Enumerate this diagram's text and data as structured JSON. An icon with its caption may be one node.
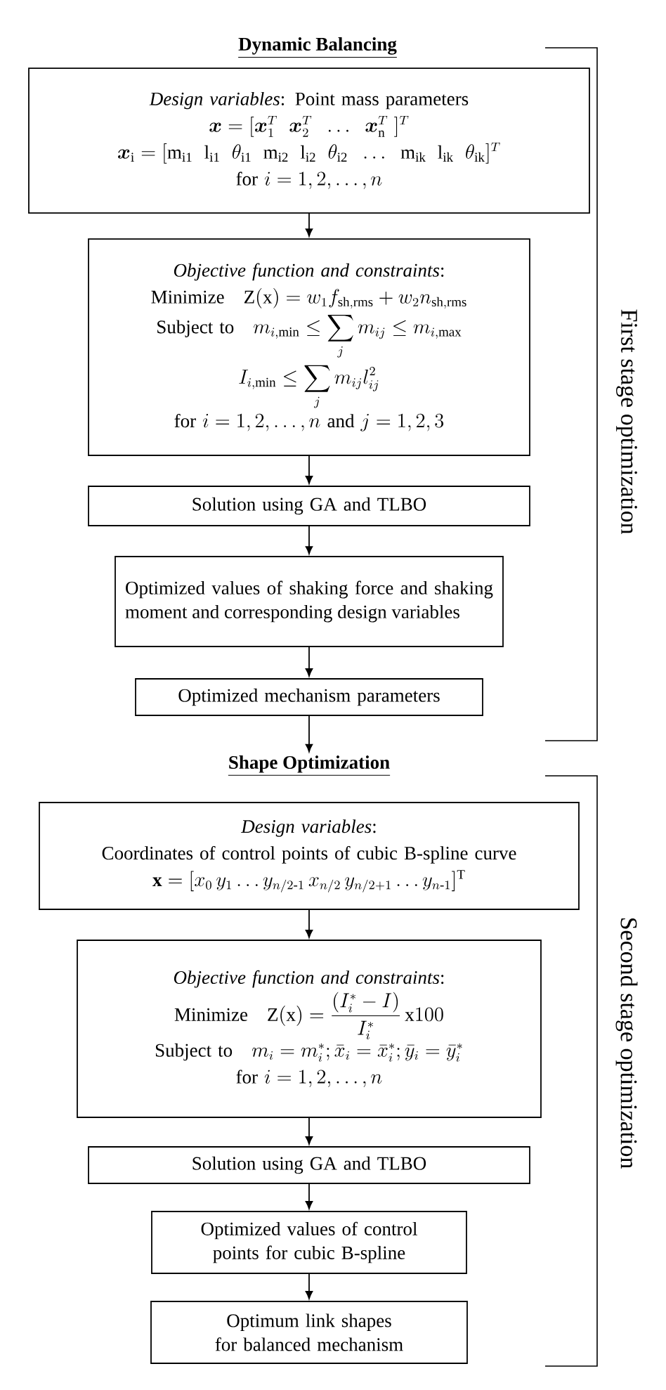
{
  "diagram": {
    "nodes": [
      {
        "text": [
          "*Design variables*: Point mass parameters",
          "\\boldsymbol{x} = [\\boldsymbol{x}_1^T\\;\\; \\boldsymbol{x}_2^T\\;\\; \\ldots\\;\\; \\boldsymbol{x}_{\\mathrm{n}}^T\\;]^T",
          "\\boldsymbol{x}_{\\mathrm{i}} = [\\mathrm{m}_{\\mathrm{i1}}\\;\\; \\mathrm{l}_{\\mathrm{i1}}\\;\\; \\theta_{\\mathrm{i1}}\\;\\; \\mathrm{m}_{\\mathrm{i2}}\\;\\; \\mathrm{l}_{\\mathrm{i2}}\\;\\; \\theta_{\\mathrm{i2}}\\;\\; \\ldots\\;\\; \\mathrm{m}_{\\mathrm{ik}}\\;\\; \\mathrm{l}_{\\mathrm{ik}}\\;\\; \\theta_{\\mathrm{ik}}]^T",
          "\\text{for } i = 1, 2, \\ldots, n"
        ]
      },
      {
        "text": [
          "*Objective function and constraints*:",
          "\\text{Minimize}\\quad \\mathrm{Z(x)} = w_1 f_{\\mathrm{sh,rms}} + w_2 n_{\\mathrm{sh,rms}}",
          "\\text{Subject to}\\quad m_{i,\\min} \\le \\sum_j m_{ij} \\le m_{i,\\max}",
          "I_{i,\\min} \\le \\sum_j m_{ij} l_{ij}^2",
          "\\text{for } i = 1, 2, \\ldots, n \\text{ and } j = 1, 2, 3"
        ]
      },
      {
        "text": [
          "Solution using GA and TLBO"
        ]
      },
      {
        "text": [
          "Optimized values of shaking force and shaking moment and corresponding design variables"
        ]
      },
      {
        "text": [
          "Optimized mechanism parameters"
        ]
      },
      {
        "text": [
          "Shape Optimization"
        ]
      },
      {
        "text": [
          "*Design variables*:",
          "Coordinates of control points of cubic B-spline curve",
          "\\mathbf{x} = [x_0\\, y_1 \\ldots y_{n/2\\text{-}1}\\, x_{n/2}\\, y_{n/2+1} \\ldots y_{n\\text{-}1}]^{\\mathrm{T}}"
        ]
      },
      {
        "text": [
          "*Objective function and constraints*:",
          "\\text{Minimize}\\quad \\mathrm{Z(x)} = \\frac{(I_i^* - I)}{I_i^*}\\,\\mathrm{x}100",
          "\\text{Subject to}\\quad m_i = m_i^*; \\bar{x}_i = \\bar{x}_i^*; \\bar{y}_i = \\bar{y}_i^*",
          "\\text{for } i = 1, 2, \\ldots, n"
        ]
      },
      {
        "text": [
          "Solution using GA and TLBO"
        ]
      },
      {
        "text": [
          "Optimized values of control points for cubic B-spline"
        ]
      },
      {
        "text": [
          "Optimum link shapes for balanced mechanism"
        ]
      }
    ],
    "edges": [
      {
        "from": 0,
        "to": 1,
        "arrow": "to"
      },
      {
        "from": 1,
        "to": 2,
        "arrow": "to"
      },
      {
        "from": 2,
        "to": 3,
        "arrow": "to"
      },
      {
        "from": 3,
        "to": 4,
        "arrow": "to"
      },
      {
        "from": 4,
        "to": 5,
        "arrow": "to"
      },
      {
        "from": 6,
        "to": 7,
        "arrow": "to"
      },
      {
        "from": 7,
        "to": 8,
        "arrow": "to"
      },
      {
        "from": 8,
        "to": 9,
        "arrow": "to"
      },
      {
        "from": 9,
        "to": 10,
        "arrow": "to"
      }
    ],
    "labels": [
      "Dynamic Balancing",
      "First stage optimization",
      "Second stage optimization"
    ]
  }
}
